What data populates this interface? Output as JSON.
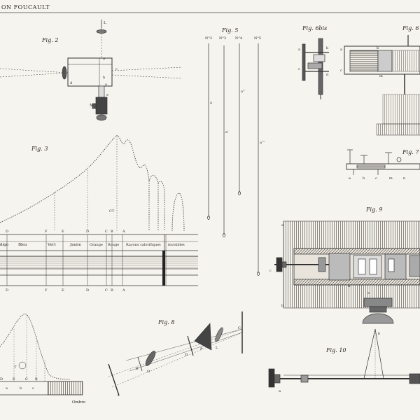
{
  "header": {
    "running_title": "ON FOUCAULT"
  },
  "figures": {
    "fig2": {
      "title": "Fig. 2",
      "letters": [
        "L",
        "a",
        "b",
        "c",
        "d",
        "o",
        "M",
        "e"
      ]
    },
    "fig3": {
      "title": "Fig. 3",
      "top_letters": [
        "D",
        "F",
        "E",
        "D",
        "C",
        "B",
        "A"
      ],
      "bottom_letters": [
        "D",
        "F",
        "E",
        "D",
        "C",
        "B",
        "A"
      ],
      "bands": [
        "digo",
        "Bleu",
        "Vert",
        "Jaune",
        "Orange",
        "Rouge",
        "Rayons calorifiques",
        "invisibles"
      ],
      "curve_label": "CT"
    },
    "fig5": {
      "title": "Fig. 5",
      "columns": [
        "N°2",
        "N°3",
        "N°4",
        "N°5"
      ],
      "marks": [
        "a",
        "a'",
        "a''",
        "a'''"
      ]
    },
    "fig6bis": {
      "title": "Fig. 6bis",
      "letters": [
        "a",
        "b",
        "c",
        "d"
      ]
    },
    "fig6": {
      "title": "Fig. 6",
      "letters": [
        "a",
        "b",
        "c",
        "m"
      ]
    },
    "fig7": {
      "title": "Fig. 7",
      "letters": [
        "a",
        "b",
        "c",
        "m",
        "n"
      ]
    },
    "fig8": {
      "title": "Fig. 8",
      "letters": [
        "C",
        "L",
        "P",
        "D",
        "O",
        "B",
        "I"
      ]
    },
    "fig9": {
      "title": "Fig. 9",
      "letters": [
        "a",
        "b",
        "c",
        "d",
        "e"
      ]
    },
    "fig10": {
      "title": "Fig. 10",
      "letters": [
        "a",
        "b"
      ]
    },
    "fig4": {
      "letters": [
        "D",
        "E",
        "C",
        "B",
        "a",
        "b",
        "c"
      ],
      "caption": "Ombre",
      "center_label": "T"
    }
  }
}
